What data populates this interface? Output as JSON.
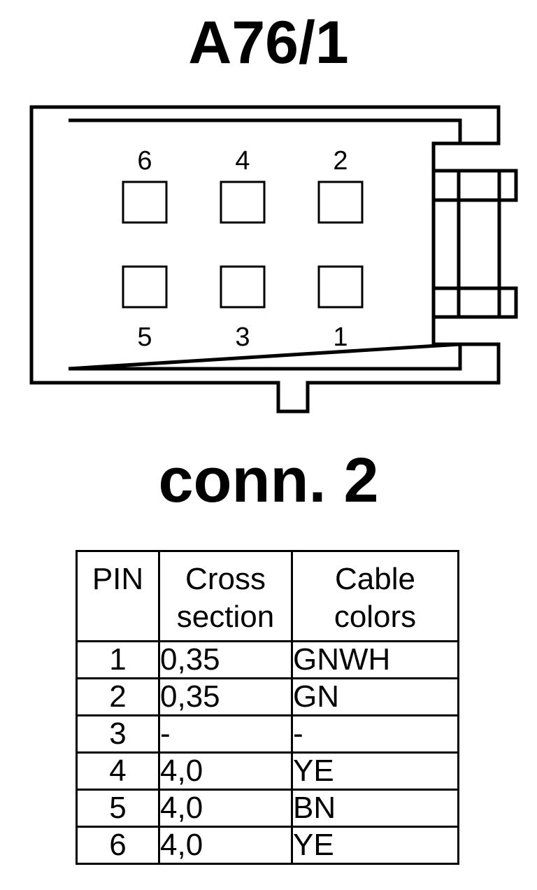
{
  "connector": {
    "name": "A76/1",
    "label": "conn. 2",
    "pins_top_row": [
      "6",
      "4",
      "2"
    ],
    "pins_bottom_row": [
      "5",
      "3",
      "1"
    ]
  },
  "table": {
    "headers": {
      "pin": "PIN",
      "cross_line1": "Cross",
      "cross_line2": "section",
      "color_line1": "Cable",
      "color_line2": "colors"
    },
    "rows": [
      {
        "pin": "1",
        "cross_section": "0,35",
        "color": "GNWH"
      },
      {
        "pin": "2",
        "cross_section": "0,35",
        "color": "GN"
      },
      {
        "pin": "3",
        "cross_section": "-",
        "color": "-"
      },
      {
        "pin": "4",
        "cross_section": "4,0",
        "color": "YE"
      },
      {
        "pin": "5",
        "cross_section": "4,0",
        "color": "BN"
      },
      {
        "pin": "6",
        "cross_section": "4,0",
        "color": "YE"
      }
    ]
  }
}
